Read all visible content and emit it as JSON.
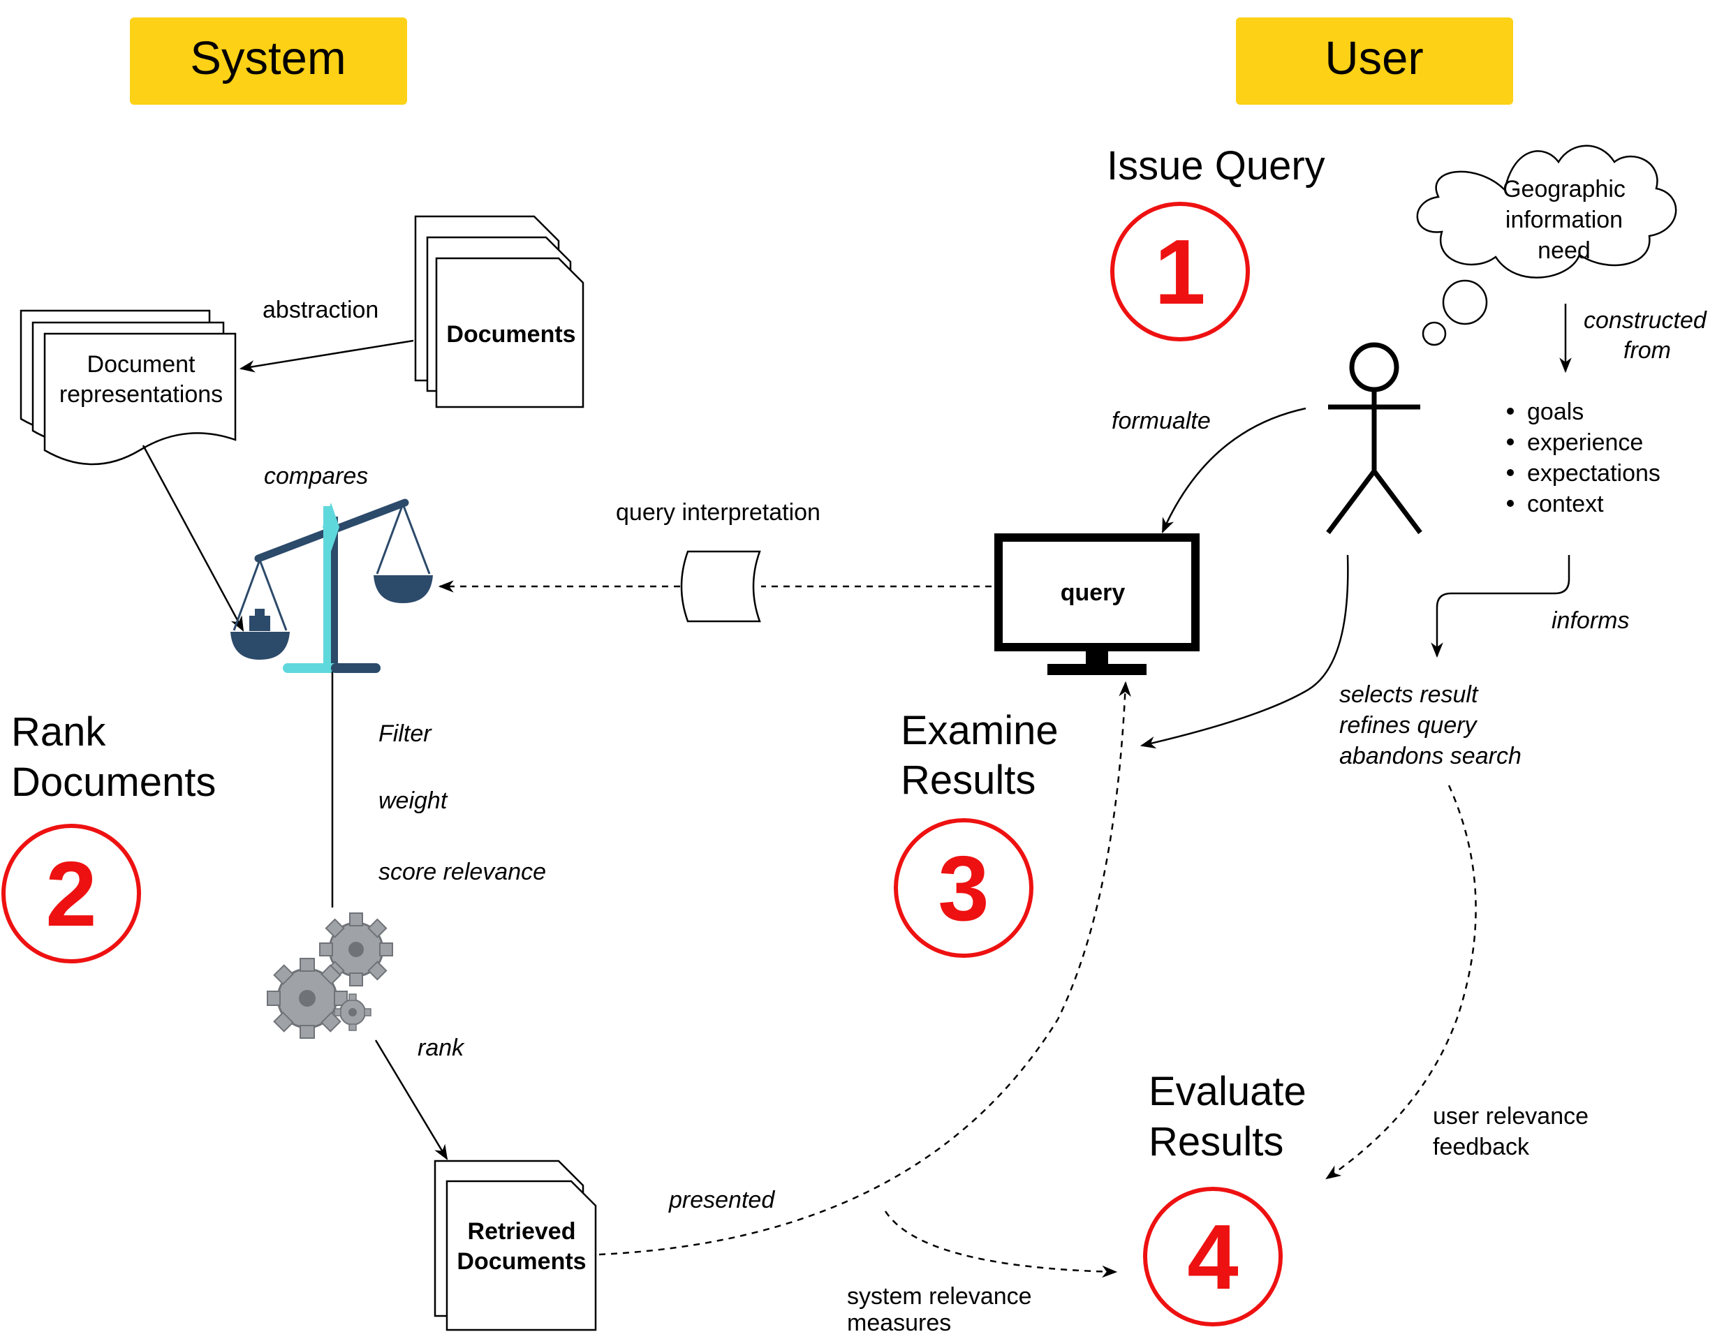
{
  "headers": {
    "system": "System",
    "user": "User"
  },
  "colors": {
    "header_fill": "#fcd116",
    "step_red": "#ee1111",
    "scale_dark": "#2c4a6a",
    "scale_teal": "#5fd8dc",
    "gear_gray": "#9fa3a8"
  },
  "steps": {
    "issue_query": {
      "title": "Issue Query",
      "number": "1"
    },
    "rank_documents": {
      "title_line1": "Rank",
      "title_line2": "Documents",
      "number": "2"
    },
    "examine_results": {
      "title_line1": "Examine",
      "title_line2": "Results",
      "number": "3"
    },
    "evaluate_results": {
      "title_line1": "Evaluate",
      "title_line2": "Results",
      "number": "4"
    }
  },
  "nodes": {
    "documents": "Documents",
    "doc_repr_line1": "Document",
    "doc_repr_line2": "representations",
    "query": "query",
    "retrieved_line1": "Retrieved",
    "retrieved_line2": "Documents",
    "cloud_line1": "Geographic",
    "cloud_line2": "information",
    "cloud_line3": "need"
  },
  "need_factors": [
    "goals",
    "experience",
    "expectations",
    "context"
  ],
  "edge_labels": {
    "abstraction": "abstraction",
    "compares": "compares",
    "query_interpretation": "query interpretation",
    "formulate": "formualte",
    "constructed_line1": "constructed",
    "constructed_line2": "from",
    "informs": "informs",
    "filter": "Filter",
    "weight": "weight",
    "score_relevance": "score relevance",
    "rank": "rank",
    "presented": "presented",
    "actions_line1": "selects result",
    "actions_line2": "refines query",
    "actions_line3": "abandons search",
    "user_feedback_line1": "user relevance",
    "user_feedback_line2": "feedback",
    "system_measures_line1": "system relevance",
    "system_measures_line2": "measures"
  },
  "icons": [
    "scale-icon",
    "gears-icon",
    "monitor-icon",
    "stick-figure-icon",
    "thought-cloud-icon",
    "database-icon",
    "document-stack-icon"
  ]
}
